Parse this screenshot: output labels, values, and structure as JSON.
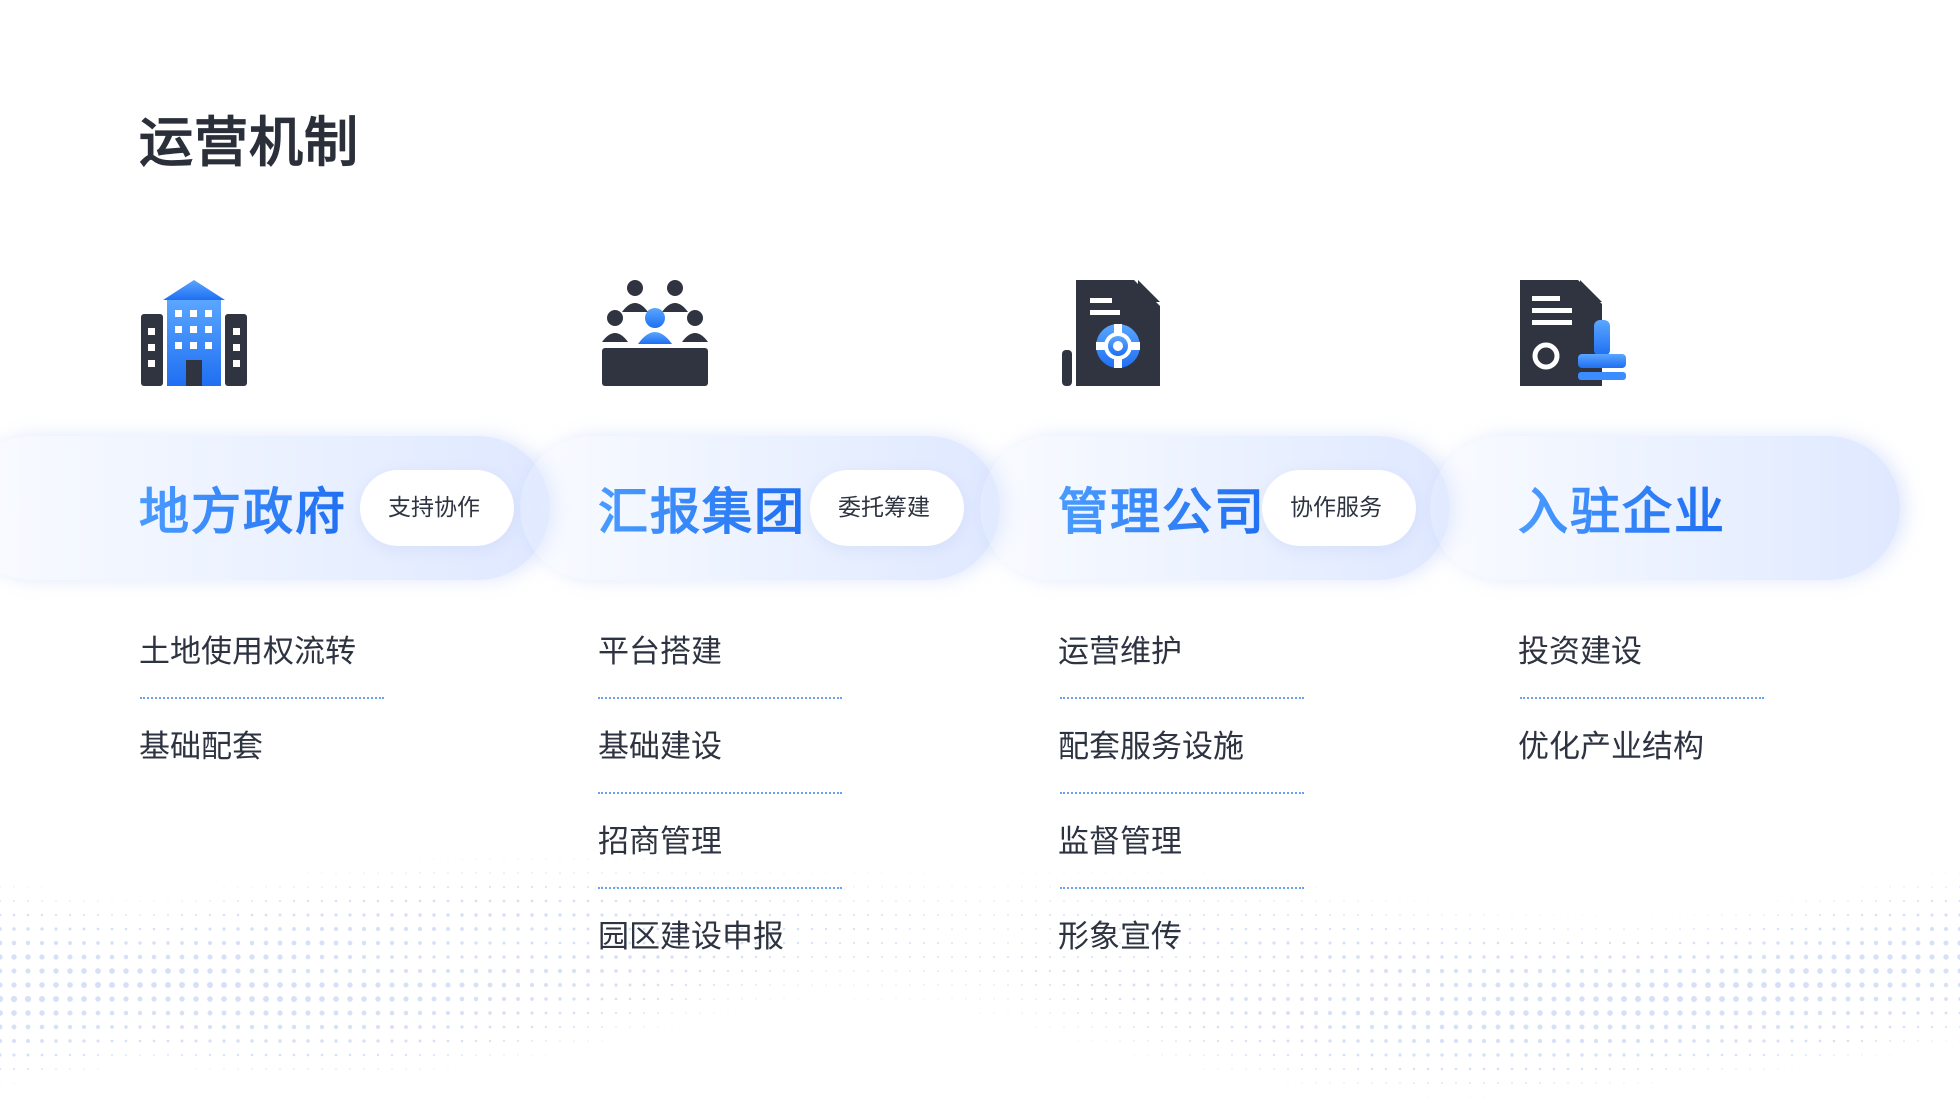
{
  "title": "运营机制",
  "columns": [
    {
      "name": "地方政府",
      "tag": "支持协作",
      "icon": "government-building-icon",
      "items": [
        "土地使用权流转",
        "基础配套"
      ]
    },
    {
      "name": "汇报集团",
      "tag": "委托筹建",
      "icon": "group-meeting-icon",
      "items": [
        "平台搭建",
        "基础建设",
        "招商管理",
        "园区建设申报"
      ]
    },
    {
      "name": "管理公司",
      "tag": "协作服务",
      "icon": "document-gear-icon",
      "items": [
        "运营维护",
        "配套服务设施",
        "监督管理",
        "形象宣传"
      ]
    },
    {
      "name": "入驻企业",
      "tag": "",
      "icon": "certificate-stamp-icon",
      "items": [
        "投资建设",
        "优化产业结构"
      ]
    }
  ],
  "colors": {
    "accent": "#1f6ff2",
    "accent_light": "#4a9bff",
    "icon_dark": "#2f3440",
    "text": "#2d3340"
  }
}
